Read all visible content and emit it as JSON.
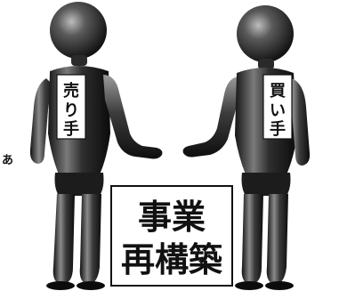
{
  "seller": {
    "label_chars": [
      "売",
      "り",
      "手"
    ]
  },
  "buyer": {
    "label_chars": [
      "買",
      "い",
      "手"
    ]
  },
  "sign": {
    "line1": "事業",
    "line2": "再構築"
  },
  "edge_glyph": "あ",
  "colors": {
    "figure_dark": "#1a1a1a",
    "figure_mid": "#555555",
    "figure_light": "#9a9a9a",
    "paper": "#ffffff",
    "ink": "#111111"
  }
}
